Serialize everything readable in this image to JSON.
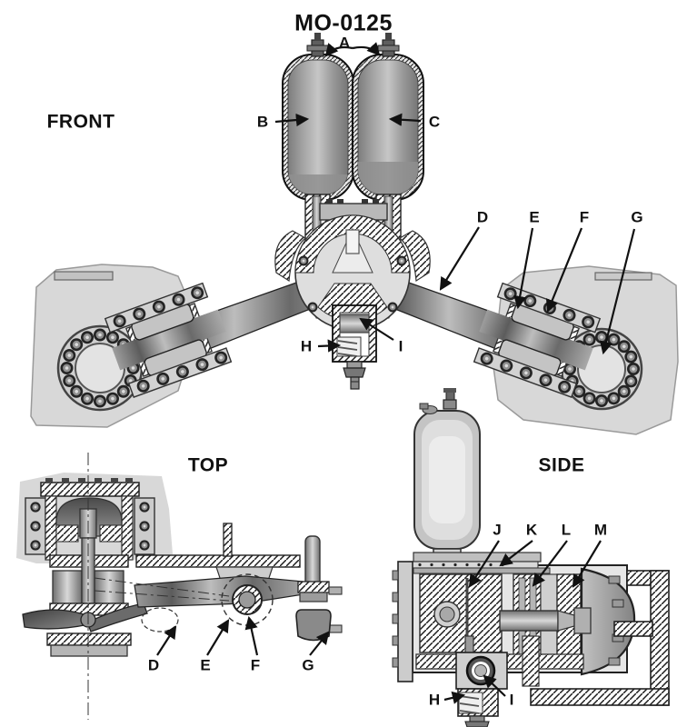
{
  "title": "MO-0125",
  "views": {
    "front": {
      "name": "FRONT",
      "callouts": {
        "a": "A",
        "b": "B",
        "c": "C",
        "d": "D",
        "e": "E",
        "f": "F",
        "g": "G",
        "h": "H",
        "i": "I"
      }
    },
    "top": {
      "name": "TOP",
      "callouts": {
        "d": "D",
        "e": "E",
        "f": "F",
        "g": "G"
      }
    },
    "side": {
      "name": "SIDE",
      "callouts": {
        "j": "J",
        "k": "K",
        "l": "L",
        "m": "M",
        "h": "H",
        "i": "I"
      }
    }
  },
  "colors": {
    "ink": "#111111",
    "panel_gray": "#d8d8d8",
    "metal_light": "#d2d2d2",
    "metal_mid": "#9a9a9a",
    "metal_dark": "#5f5f5f",
    "background": "#ffffff"
  }
}
